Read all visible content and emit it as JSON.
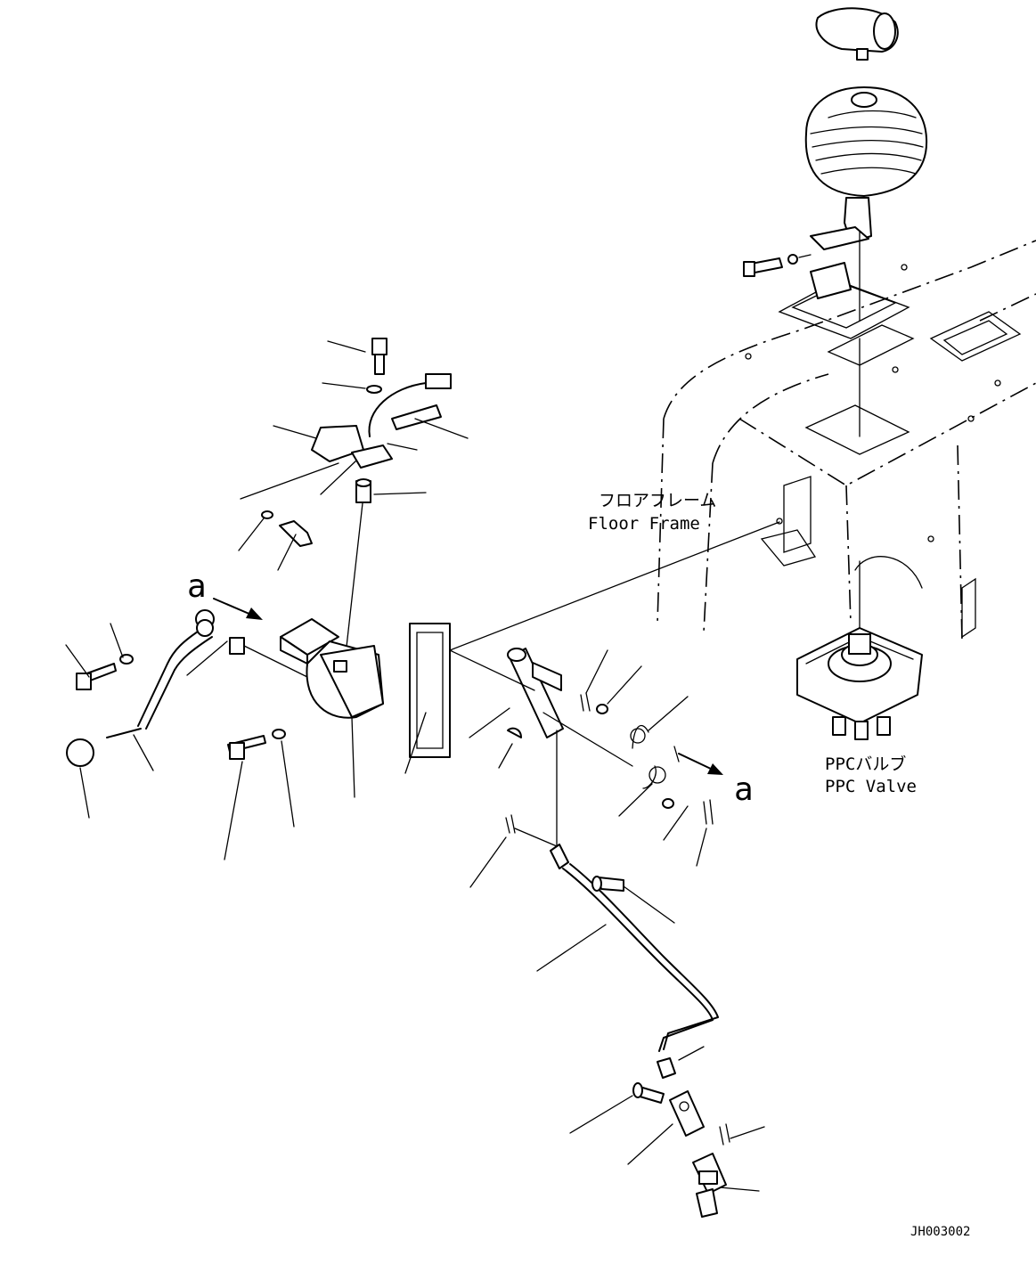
{
  "labels": {
    "floor_frame_jp": "フロアフレーム",
    "floor_frame_en": "Floor Frame",
    "ppc_valve_jp": "PPCバルブ",
    "ppc_valve_en": "PPC Valve",
    "ref_a_left": "a",
    "ref_a_right": "a",
    "drawing_code": "JH003002"
  }
}
